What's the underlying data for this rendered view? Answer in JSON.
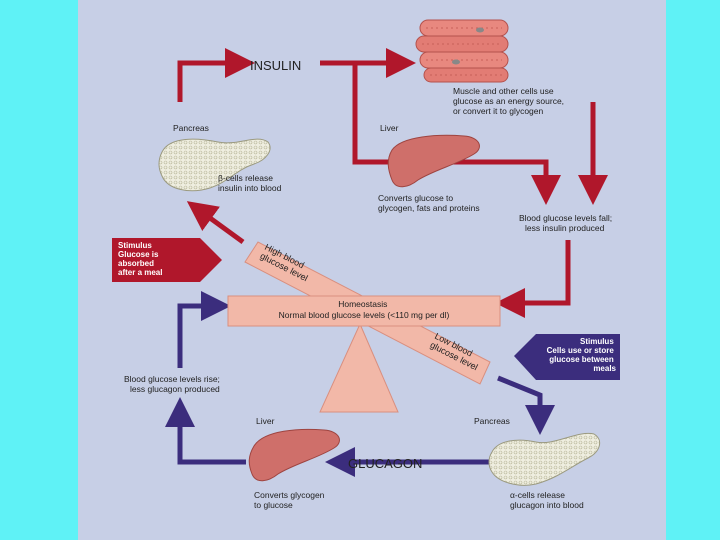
{
  "diagram": {
    "insulin_label": "INSULIN",
    "glucagon_label": "GLUCAGON",
    "muscle_text": [
      "Muscle and other cells use",
      "glucose as an energy source,",
      "or convert it to glycogen"
    ],
    "pancreas_top_label": "Pancreas",
    "beta_cells_text": [
      "β-cells release",
      "insulin into blood"
    ],
    "liver_top_label": "Liver",
    "liver_top_text": [
      "Converts glucose to",
      "glycogen, fats and proteins"
    ],
    "glucose_fall_text": [
      "Blood glucose levels fall;",
      "less insulin produced"
    ],
    "stimulus_top_text": [
      "Stimulus",
      "Glucose is",
      "absorbed",
      "after a meal"
    ],
    "high_level_text": [
      "High blood",
      "glucose level"
    ],
    "homeostasis_text": [
      "Homeostasis",
      "Normal blood glucose levels (<110 mg per dl)"
    ],
    "low_level_text": [
      "Low blood",
      "glucose level"
    ],
    "stimulus_bottom_text": [
      "Stimulus",
      "Cells use or store",
      "glucose between",
      "meals"
    ],
    "glucose_rise_text": [
      "Blood glucose levels rise;",
      "less glucagon produced"
    ],
    "liver_bottom_label": "Liver",
    "liver_bottom_text": [
      "Converts glycogen",
      "to glucose"
    ],
    "pancreas_bottom_label": "Pancreas",
    "alpha_cells_text": [
      "α-cells release",
      "glucagon into blood"
    ],
    "colors": {
      "insulin_red": "#b0172b",
      "glucagon_purple": "#3b2d7d",
      "beam": "#f2b8a8",
      "liver": "#cf6f6a",
      "pancreas": "#efeee0",
      "background": "#c7cfe6",
      "frame": "#5ff2f6"
    }
  }
}
